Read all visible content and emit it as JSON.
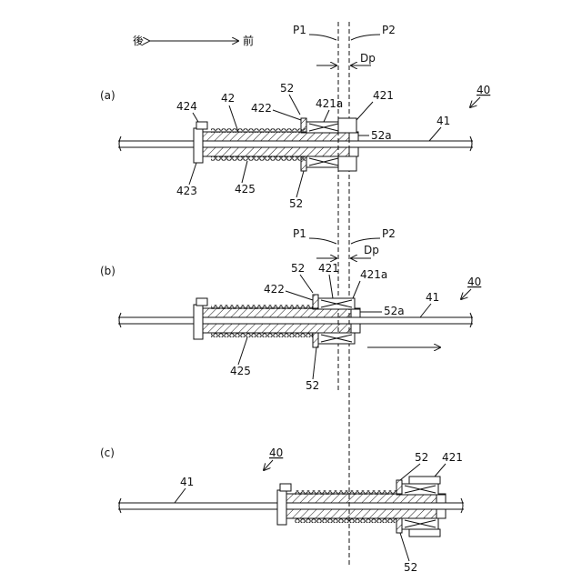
{
  "labels": {
    "dir_back": "後",
    "dir_front": "前",
    "p1": "P1",
    "p2": "P2",
    "dp": "Dp",
    "panel_a": "(a)",
    "panel_b": "(b)",
    "panel_c": "(c)",
    "n40": "40",
    "n41": "41",
    "n42": "42",
    "n52": "52",
    "n52a": "52a",
    "n421": "421",
    "n421a": "421a",
    "n422": "422",
    "n423": "423",
    "n424": "424",
    "n425": "425"
  }
}
